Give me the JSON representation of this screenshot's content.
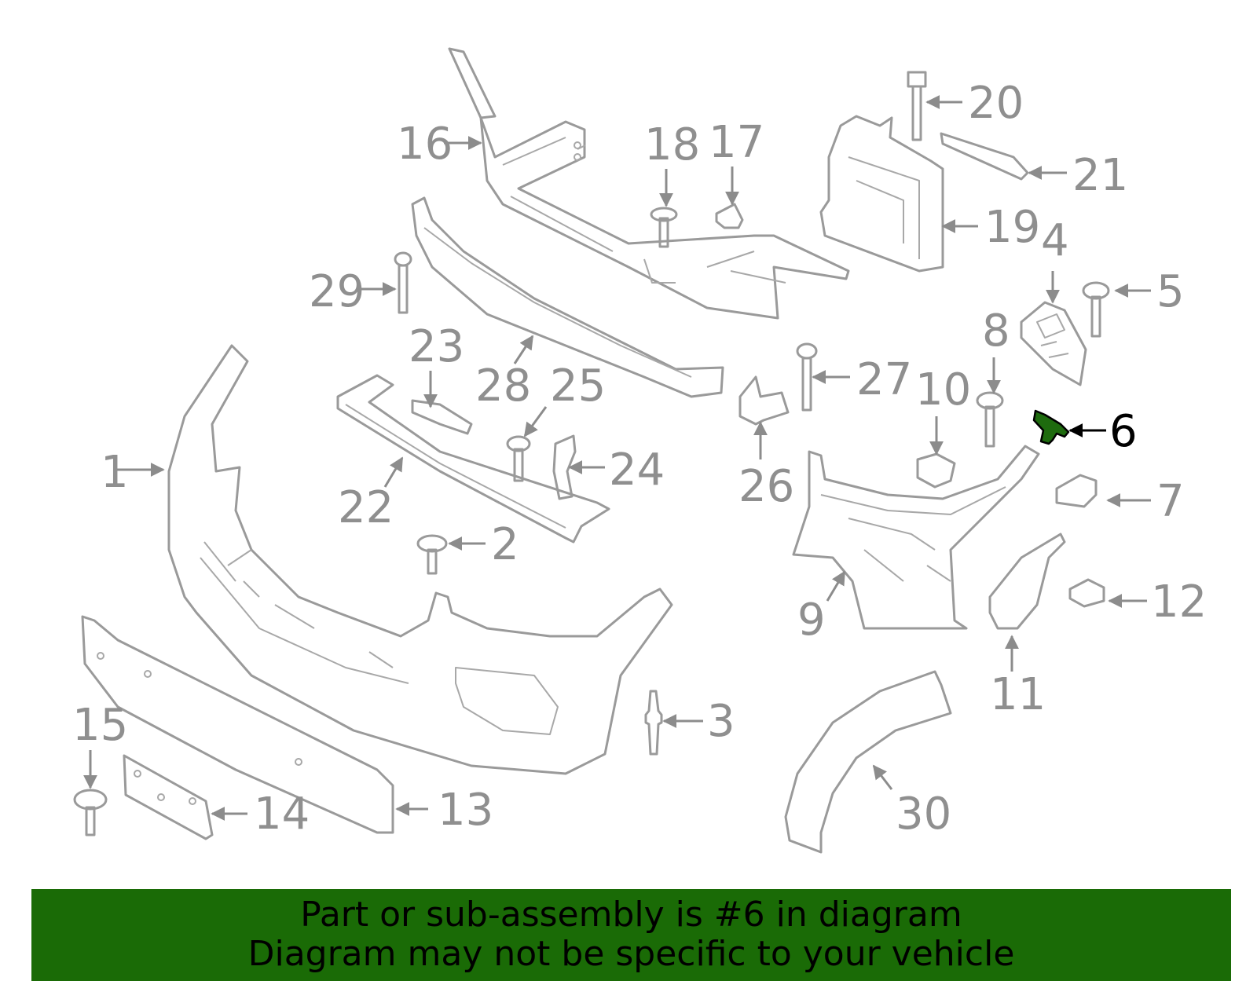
{
  "diagram": {
    "highlighted_part": "6",
    "callouts": [
      "1",
      "2",
      "3",
      "4",
      "5",
      "6",
      "7",
      "8",
      "9",
      "10",
      "11",
      "12",
      "13",
      "14",
      "15",
      "16",
      "17",
      "18",
      "19",
      "20",
      "21",
      "22",
      "23",
      "24",
      "25",
      "26",
      "27",
      "28",
      "29",
      "30"
    ]
  },
  "banner": {
    "line1": "Part or sub-assembly is #6 in diagram",
    "line2": "Diagram may not be specific to your vehicle"
  },
  "colors": {
    "banner_background": "#1a6b06",
    "highlight_part": "#1e6b0e",
    "line_art": "#9a9a9a"
  }
}
